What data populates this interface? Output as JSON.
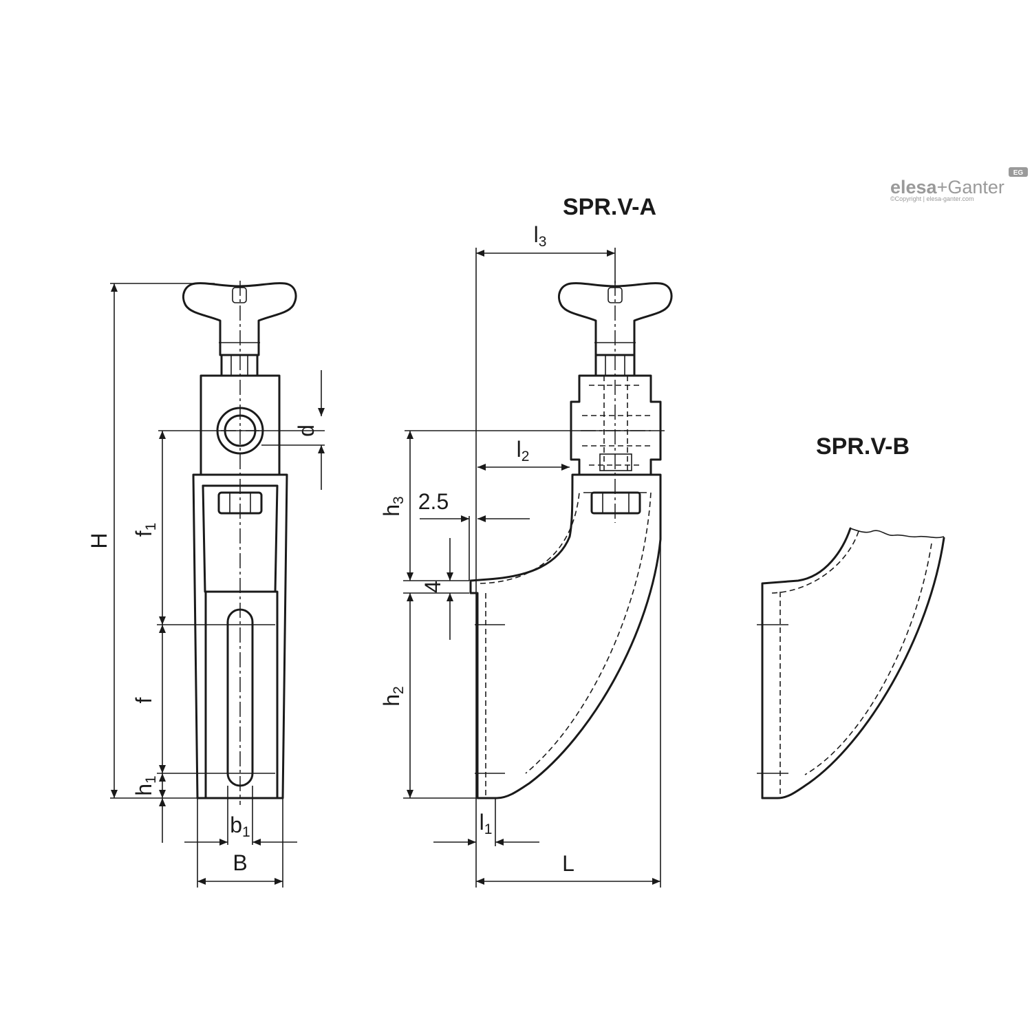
{
  "titles": {
    "variant_a": "SPR.V-A",
    "variant_b": "SPR.V-B"
  },
  "brand": {
    "name_left": "elesa",
    "plus": "+",
    "name_right": "Ganter",
    "badge": "EG",
    "copyright": "©Copyright | elesa-ganter.com"
  },
  "dimensions": {
    "H": "H",
    "d": "d",
    "f1": {
      "base": "f",
      "sub": "1"
    },
    "f": "f",
    "h1": {
      "base": "h",
      "sub": "1"
    },
    "b1": {
      "base": "b",
      "sub": "1"
    },
    "B": "B",
    "l3": {
      "base": "l",
      "sub": "3"
    },
    "l2": {
      "base": "l",
      "sub": "2"
    },
    "h3": {
      "base": "h",
      "sub": "3"
    },
    "dim_2_5": "2.5",
    "dim_4": "4",
    "h2": {
      "base": "h",
      "sub": "2"
    },
    "l1": {
      "base": "l",
      "sub": "1"
    },
    "L": "L"
  },
  "colors": {
    "line": "#1a1a1a",
    "brand": "#9a9a9a"
  }
}
